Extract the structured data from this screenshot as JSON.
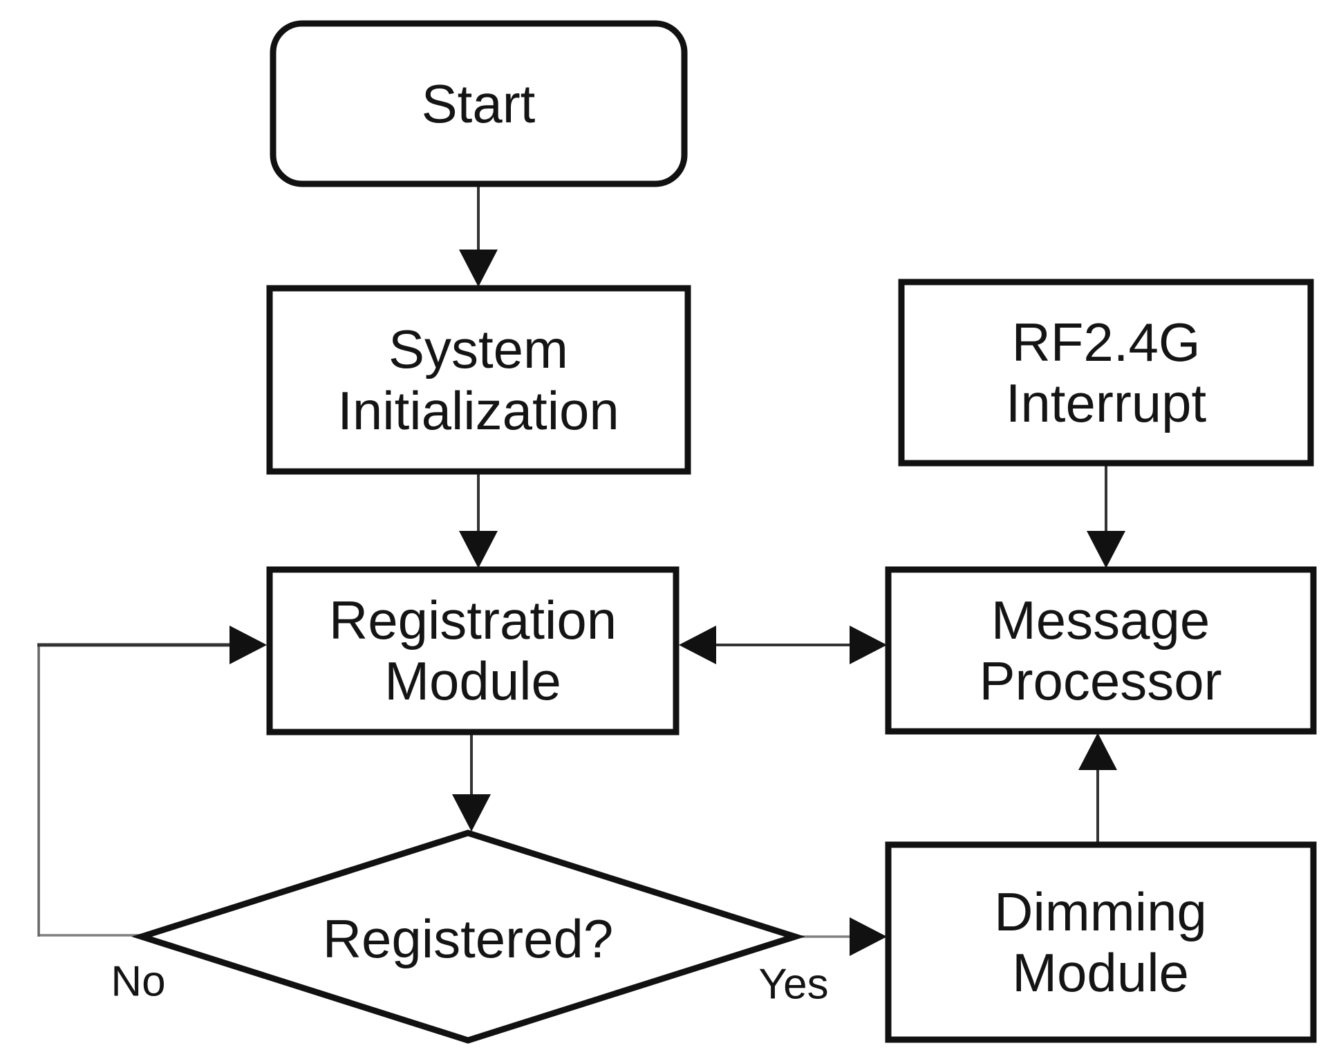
{
  "nodes": {
    "start": {
      "label": "Start"
    },
    "system_initialization": {
      "lines": [
        "System",
        "Initialization"
      ]
    },
    "rf_interrupt": {
      "lines": [
        "RF2.4G",
        "Interrupt"
      ]
    },
    "registration_module": {
      "lines": [
        "Registration",
        "Module"
      ]
    },
    "message_processor": {
      "lines": [
        "Message",
        "Processor"
      ]
    },
    "dimming_module": {
      "lines": [
        "Dimming",
        "Module"
      ]
    },
    "registered_decision": {
      "label": "Registered?"
    }
  },
  "edge_labels": {
    "no": "No",
    "yes": "Yes"
  },
  "colors": {
    "background": "#ffffff",
    "box_stroke": "#111111",
    "text": "#141414",
    "arrow_fill": "#111111",
    "connector_dark": "#333333",
    "connector_mid": "#666666",
    "connector_light": "#7f7f7f"
  }
}
